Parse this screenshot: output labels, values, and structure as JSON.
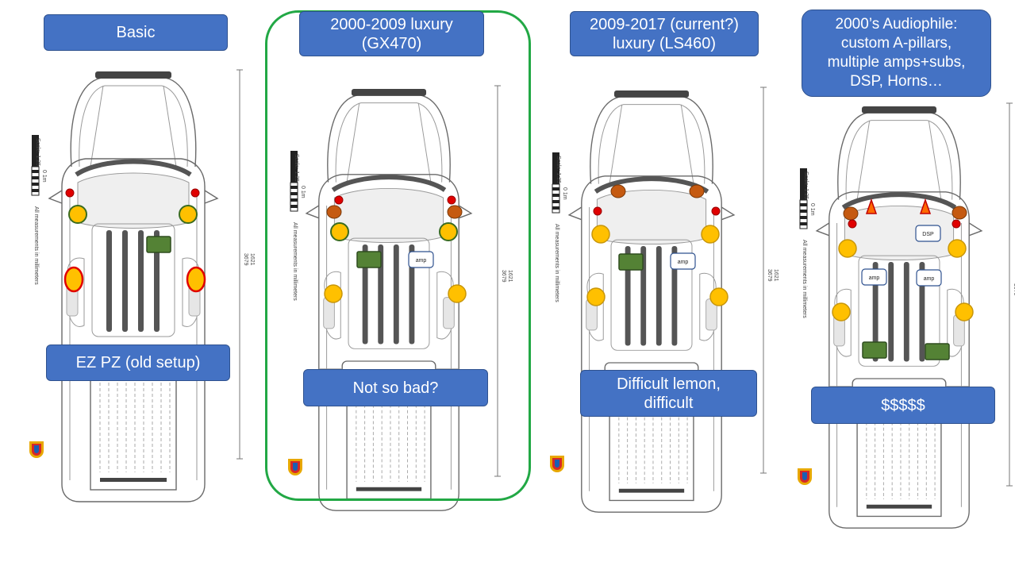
{
  "columns": [
    {
      "title": "Basic",
      "caption": "EZ PZ (old setup)"
    },
    {
      "title": "2000-2009 luxury\n(GX470)",
      "caption": "Not so bad?"
    },
    {
      "title": "2009-2017 (current?)\nluxury (LS460)",
      "caption": "Difficult lemon,\ndifficult"
    },
    {
      "title": "2000’s Audiophile:\ncustom A-pillars,\nmultiple amps+subs,\nDSP, Horns…",
      "caption": "$$$$$"
    }
  ],
  "tags": {
    "amp": "amp",
    "dsp": "DSP"
  },
  "diagram_text": {
    "length": "3679",
    "width": "1621",
    "note": "All measurements in millimeters",
    "scale": "Scale: 1:25",
    "tick": "0 1m"
  },
  "highlight_color": "#22a845",
  "colors": {
    "label_fill": "#4472c4",
    "speaker_yellow": "#ffc000",
    "speaker_orange": "#c55a11",
    "tweeter_red": "#e00000",
    "sub_green": "#548235"
  }
}
